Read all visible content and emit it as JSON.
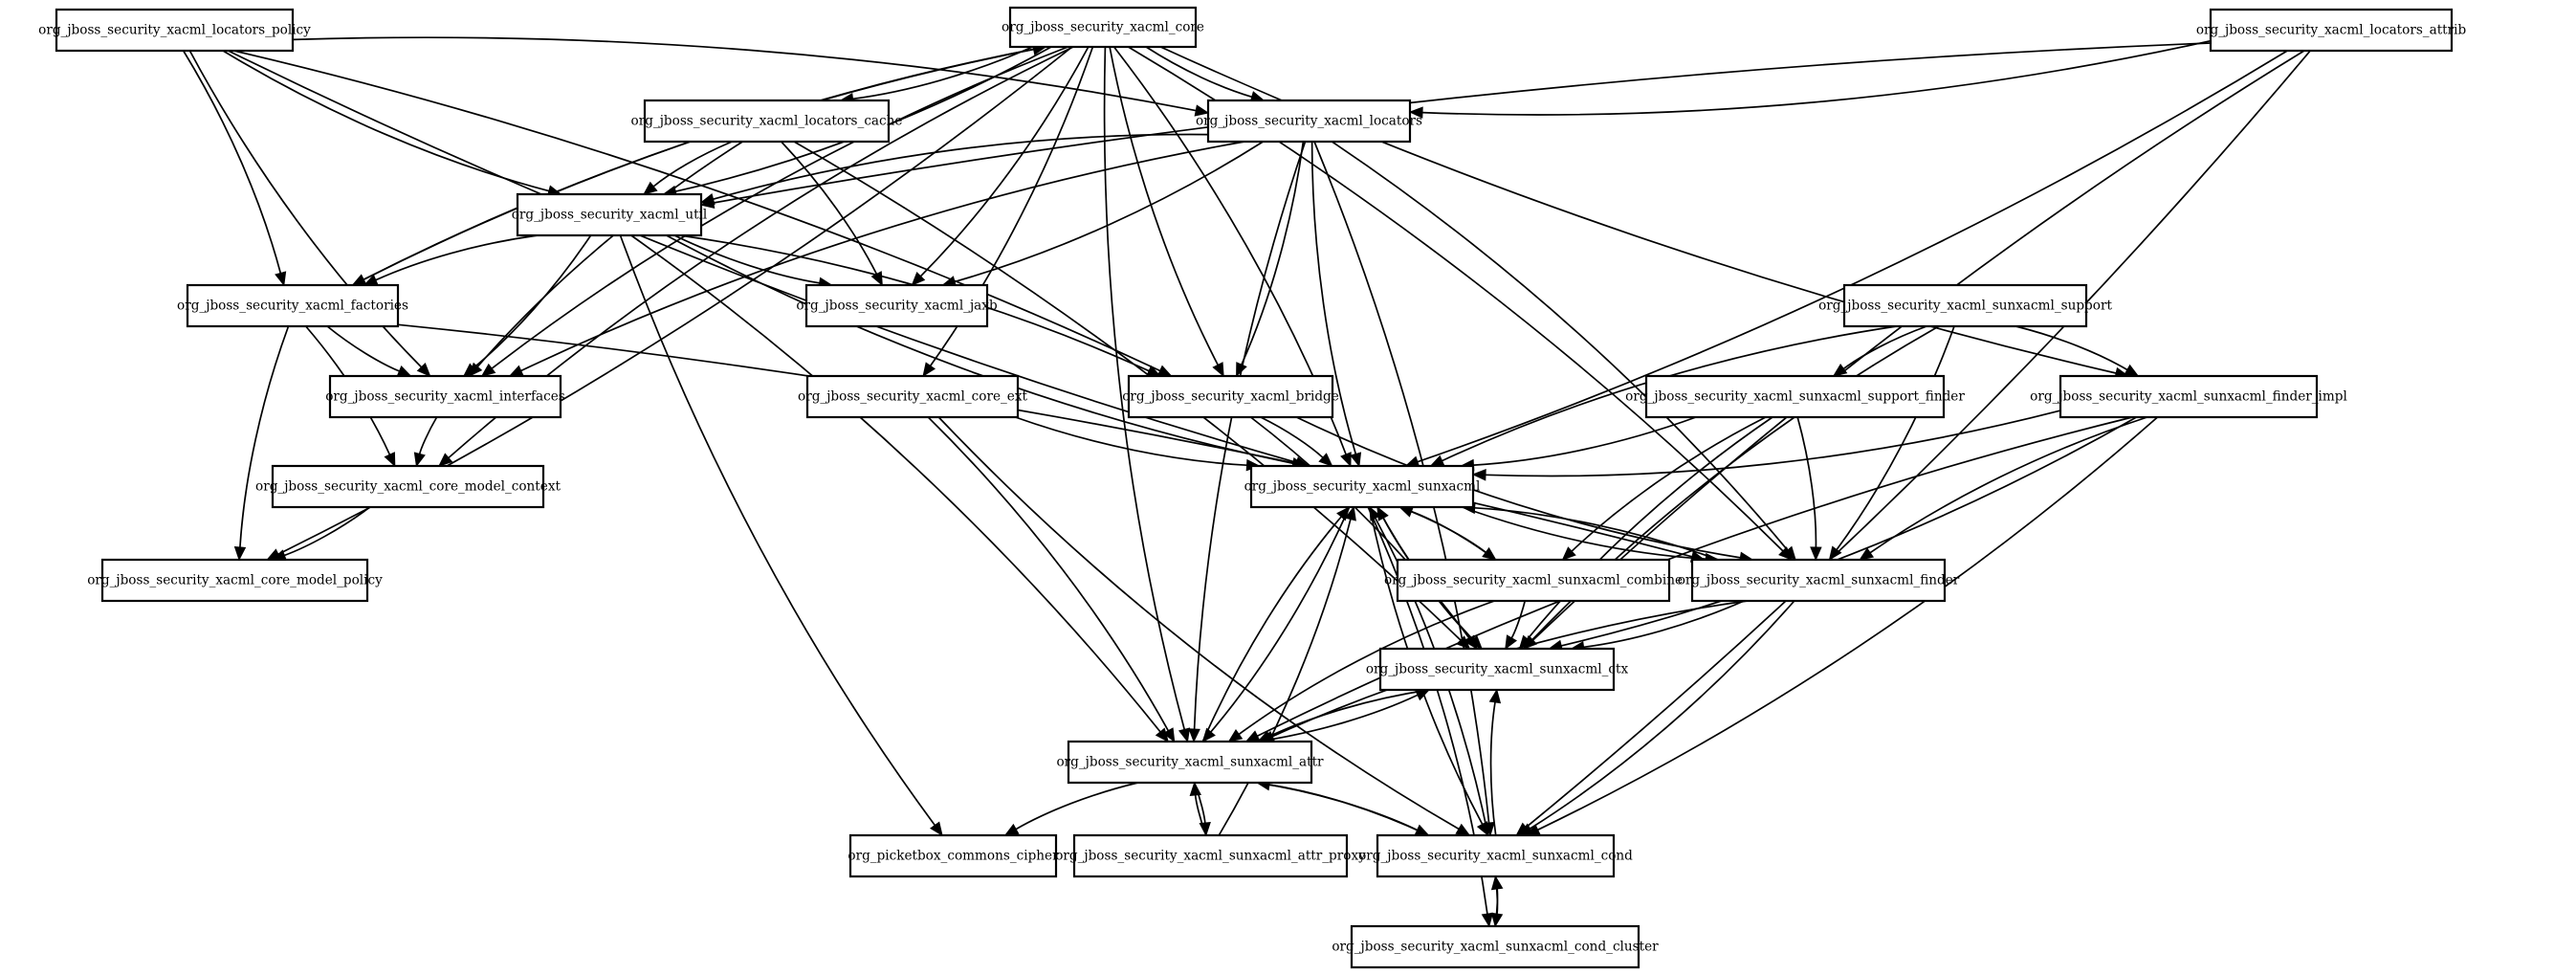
{
  "diagram": {
    "nodes": [
      {
        "id": "locators_policy",
        "label": "org_jboss_security_xacml_locators_policy"
      },
      {
        "id": "core",
        "label": "org_jboss_security_xacml_core"
      },
      {
        "id": "locators_attrib",
        "label": "org_jboss_security_xacml_locators_attrib"
      },
      {
        "id": "locators_cache",
        "label": "org_jboss_security_xacml_locators_cache"
      },
      {
        "id": "locators",
        "label": "org_jboss_security_xacml_locators"
      },
      {
        "id": "util",
        "label": "org_jboss_security_xacml_util"
      },
      {
        "id": "factories",
        "label": "org_jboss_security_xacml_factories"
      },
      {
        "id": "jaxb",
        "label": "org_jboss_security_xacml_jaxb"
      },
      {
        "id": "sunxacml_support",
        "label": "org_jboss_security_xacml_sunxacml_support"
      },
      {
        "id": "interfaces",
        "label": "org_jboss_security_xacml_interfaces"
      },
      {
        "id": "core_ext",
        "label": "org_jboss_security_xacml_core_ext"
      },
      {
        "id": "bridge",
        "label": "org_jboss_security_xacml_bridge"
      },
      {
        "id": "support_finder",
        "label": "org_jboss_security_xacml_sunxacml_support_finder"
      },
      {
        "id": "finder_impl",
        "label": "org_jboss_security_xacml_sunxacml_finder_impl"
      },
      {
        "id": "core_model_context",
        "label": "org_jboss_security_xacml_core_model_context"
      },
      {
        "id": "sunxacml",
        "label": "org_jboss_security_xacml_sunxacml"
      },
      {
        "id": "core_model_policy",
        "label": "org_jboss_security_xacml_core_model_policy"
      },
      {
        "id": "combine",
        "label": "org_jboss_security_xacml_sunxacml_combine"
      },
      {
        "id": "finder",
        "label": "org_jboss_security_xacml_sunxacml_finder"
      },
      {
        "id": "ctx",
        "label": "org_jboss_security_xacml_sunxacml_ctx"
      },
      {
        "id": "attr",
        "label": "org_jboss_security_xacml_sunxacml_attr"
      },
      {
        "id": "cipher",
        "label": "org_picketbox_commons_cipher"
      },
      {
        "id": "attr_proxy",
        "label": "org_jboss_security_xacml_sunxacml_attr_proxy"
      },
      {
        "id": "cond",
        "label": "org_jboss_security_xacml_sunxacml_cond"
      },
      {
        "id": "cond_cluster",
        "label": "org_jboss_security_xacml_sunxacml_cond_cluster"
      }
    ],
    "edges": [
      [
        "locators_policy",
        "locators"
      ],
      [
        "locators_policy",
        "util"
      ],
      [
        "locators_policy",
        "factories"
      ],
      [
        "locators_policy",
        "interfaces"
      ],
      [
        "locators_policy",
        "bridge"
      ],
      [
        "locators_policy",
        "sunxacml"
      ],
      [
        "core",
        "locators_cache"
      ],
      [
        "core",
        "locators"
      ],
      [
        "core",
        "util"
      ],
      [
        "core",
        "factories"
      ],
      [
        "core",
        "jaxb"
      ],
      [
        "core",
        "interfaces"
      ],
      [
        "core",
        "core_model_policy"
      ],
      [
        "core",
        "bridge"
      ],
      [
        "core",
        "core_ext"
      ],
      [
        "core",
        "core_model_context"
      ],
      [
        "core",
        "sunxacml"
      ],
      [
        "core",
        "finder_impl"
      ],
      [
        "core",
        "finder"
      ],
      [
        "core",
        "attr"
      ],
      [
        "locators_attrib",
        "locators"
      ],
      [
        "locators_attrib",
        "util"
      ],
      [
        "locators_attrib",
        "sunxacml"
      ],
      [
        "locators_attrib",
        "ctx"
      ],
      [
        "locators_attrib",
        "cond"
      ],
      [
        "locators_cache",
        "util"
      ],
      [
        "locators_cache",
        "jaxb"
      ],
      [
        "locators_cache",
        "interfaces"
      ],
      [
        "locators_cache",
        "ctx"
      ],
      [
        "locators",
        "util"
      ],
      [
        "locators",
        "jaxb"
      ],
      [
        "locators",
        "interfaces"
      ],
      [
        "locators",
        "bridge"
      ],
      [
        "locators",
        "sunxacml"
      ],
      [
        "locators",
        "finder"
      ],
      [
        "locators",
        "attr"
      ],
      [
        "locators",
        "cond"
      ],
      [
        "util",
        "factories"
      ],
      [
        "util",
        "interfaces"
      ],
      [
        "util",
        "jaxb"
      ],
      [
        "util",
        "bridge"
      ],
      [
        "util",
        "sunxacml"
      ],
      [
        "util",
        "attr"
      ],
      [
        "util",
        "cipher"
      ],
      [
        "factories",
        "core"
      ],
      [
        "factories",
        "interfaces"
      ],
      [
        "factories",
        "core_model_context"
      ],
      [
        "factories",
        "core_model_policy"
      ],
      [
        "factories",
        "finder"
      ],
      [
        "interfaces",
        "core_model_context"
      ],
      [
        "core_model_context",
        "core_model_policy"
      ],
      [
        "core_ext",
        "sunxacml"
      ],
      [
        "core_ext",
        "attr"
      ],
      [
        "core_ext",
        "cond"
      ],
      [
        "bridge",
        "sunxacml"
      ],
      [
        "bridge",
        "finder"
      ],
      [
        "bridge",
        "ctx"
      ],
      [
        "sunxacml_support",
        "support_finder"
      ],
      [
        "sunxacml_support",
        "finder_impl"
      ],
      [
        "sunxacml_support",
        "sunxacml"
      ],
      [
        "sunxacml_support",
        "finder"
      ],
      [
        "sunxacml_support",
        "ctx"
      ],
      [
        "support_finder",
        "sunxacml"
      ],
      [
        "support_finder",
        "combine"
      ],
      [
        "support_finder",
        "finder"
      ],
      [
        "support_finder",
        "ctx"
      ],
      [
        "finder_impl",
        "sunxacml"
      ],
      [
        "finder_impl",
        "finder"
      ],
      [
        "finder_impl",
        "ctx"
      ],
      [
        "finder_impl",
        "attr"
      ],
      [
        "finder_impl",
        "cond"
      ],
      [
        "sunxacml",
        "finder"
      ],
      [
        "sunxacml",
        "combine"
      ],
      [
        "sunxacml",
        "ctx"
      ],
      [
        "sunxacml",
        "attr"
      ],
      [
        "sunxacml",
        "cond"
      ],
      [
        "sunxacml",
        "cond_cluster"
      ],
      [
        "finder",
        "sunxacml"
      ],
      [
        "finder",
        "ctx"
      ],
      [
        "finder",
        "attr"
      ],
      [
        "finder",
        "cond"
      ],
      [
        "combine",
        "sunxacml"
      ],
      [
        "combine",
        "ctx"
      ],
      [
        "combine",
        "attr"
      ],
      [
        "ctx",
        "sunxacml"
      ],
      [
        "ctx",
        "attr"
      ],
      [
        "attr",
        "sunxacml"
      ],
      [
        "attr",
        "ctx"
      ],
      [
        "attr",
        "cond"
      ],
      [
        "attr",
        "cipher"
      ],
      [
        "attr",
        "attr_proxy"
      ],
      [
        "attr_proxy",
        "sunxacml"
      ],
      [
        "attr_proxy",
        "attr"
      ],
      [
        "cond",
        "sunxacml"
      ],
      [
        "cond",
        "ctx"
      ],
      [
        "cond",
        "attr"
      ],
      [
        "cond",
        "cond_cluster"
      ],
      [
        "cond_cluster",
        "cond"
      ]
    ]
  }
}
